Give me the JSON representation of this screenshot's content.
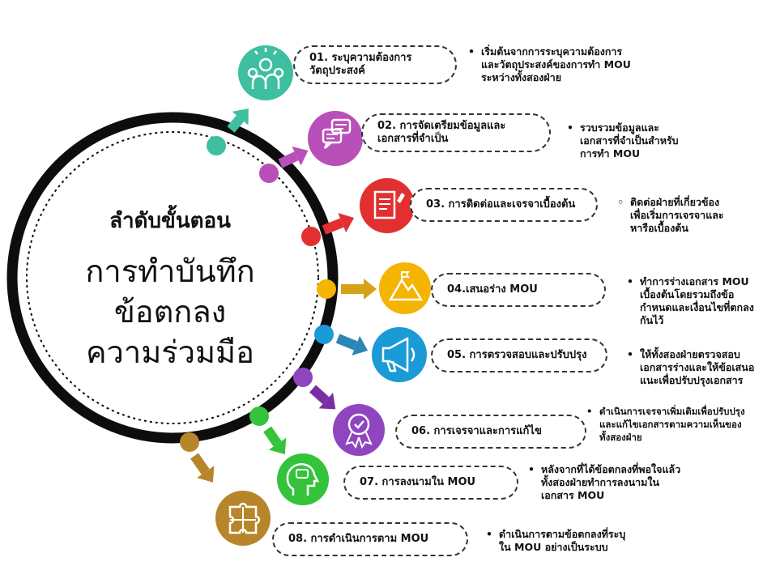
{
  "center": {
    "title": "ลำดับขั้นตอน",
    "main_lines": [
      "การทำบันทึก",
      "ข้อตกลง",
      "ความร่วมมือ"
    ]
  },
  "colors": {
    "step1": "#3dbfa0",
    "step2": "#b94fb8",
    "step3": "#e23030",
    "step4": "#f4b400",
    "step5": "#1a9ad6",
    "step6": "#8f45c0",
    "step7": "#34c33b",
    "step8": "#b8862a",
    "ring": "#0d0d0d"
  },
  "steps": [
    {
      "number": "01",
      "label_lines": [
        "01. ระบุความต้องการ",
        "วัตถุประสงค์"
      ],
      "icon": "people-idea-icon",
      "bullet": "•",
      "desc_lines": [
        "เริ่มต้นจากการระบุความต้องการ",
        "และวัตถุประสงค์ของการทำ MOU",
        "ระหว่างทั้งสองฝ่าย"
      ]
    },
    {
      "number": "02",
      "label_lines": [
        "02. การจัดเตรียมข้อมูลและ",
        "เอกสารที่จำเป็น"
      ],
      "icon": "chat-bubbles-icon",
      "bullet": "•",
      "desc_lines": [
        "รวบรวมข้อมูลและ",
        "เอกสารที่จำเป็นสำหรับ",
        "การทำ MOU"
      ]
    },
    {
      "number": "03",
      "label_lines": [
        "03. การติดต่อและเจรจาเบื้องต้น"
      ],
      "icon": "document-pen-icon",
      "bullet": "◦",
      "desc_lines": [
        "ติดต่อฝ่ายที่เกี่ยวข้อง",
        "เพื่อเริ่มการเจรจาและ",
        "หารือเบื้องต้น"
      ]
    },
    {
      "number": "04",
      "label_lines": [
        "04.เสนอร่าง MOU"
      ],
      "icon": "mountain-flag-icon",
      "bullet": "•",
      "desc_lines": [
        "ทำการร่างเอกสาร MOU",
        "เบื้องต้นโดยรวมถึงข้อ",
        "กำหนดและเงื่อนไขที่ตกลง",
        "กันไว้"
      ]
    },
    {
      "number": "05",
      "label_lines": [
        "05. การตรวจสอบและปรับปรุง"
      ],
      "icon": "megaphone-icon",
      "bullet": "•",
      "desc_lines": [
        "ให้ทั้งสองฝ่ายตรวจสอบ",
        "เอกสารร่างและให้ข้อเสนอ",
        "แนะเพื่อปรับปรุงเอกสาร"
      ]
    },
    {
      "number": "06",
      "label_lines": [
        "06. การเจรจาและการแก้ไข"
      ],
      "icon": "award-badge-icon",
      "bullet": "•",
      "desc_lines": [
        "ดำเนินการเจรจาเพิ่มเติมเพื่อปรับปรุง",
        "และแก้ไขเอกสารตามความเห็นของ",
        "ทั้งสองฝ่าย"
      ]
    },
    {
      "number": "07",
      "label_lines": [
        "07. การลงนามใน MOU"
      ],
      "icon": "head-chat-icon",
      "bullet": "•",
      "desc_lines": [
        "หลังจากที่ได้ข้อตกลงที่พอใจแล้ว",
        "ทั้งสองฝ่ายทำการลงนามใน",
        "เอกสาร MOU"
      ]
    },
    {
      "number": "08",
      "label_lines": [
        "08. การดำเนินการตาม MOU"
      ],
      "icon": "puzzle-icon",
      "bullet": "•",
      "desc_lines": [
        "ดำเนินการตามข้อตกลงที่ระบุ",
        "ใน MOU อย่างเป็นระบบ"
      ]
    }
  ]
}
